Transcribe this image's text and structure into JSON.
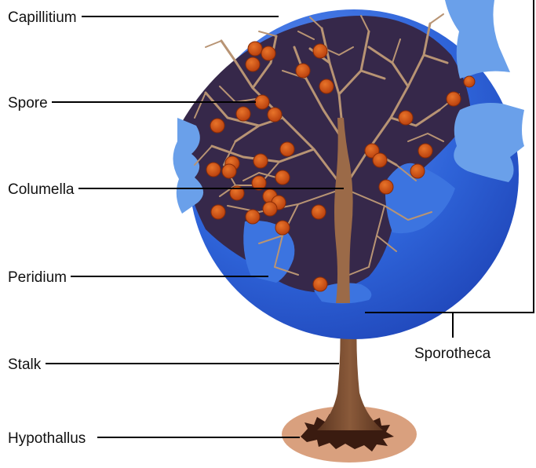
{
  "labels": {
    "capillitium": "Capillitium",
    "spore": "Spore",
    "columella": "Columella",
    "peridium": "Peridium",
    "stalk": "Stalk",
    "hypothallus": "Hypothallus",
    "sporotheca": "Sporotheca"
  },
  "colors": {
    "peridium_outer": "#2e63d8",
    "peridium_light": "#6aa0ea",
    "interior": "#36284a",
    "capillitium": "#b89474",
    "stalk": "#7a4a2e",
    "spore": "#cc4a10",
    "hypothallus_disc": "#d9a07e",
    "hypothallus_base": "#3a1b10"
  }
}
